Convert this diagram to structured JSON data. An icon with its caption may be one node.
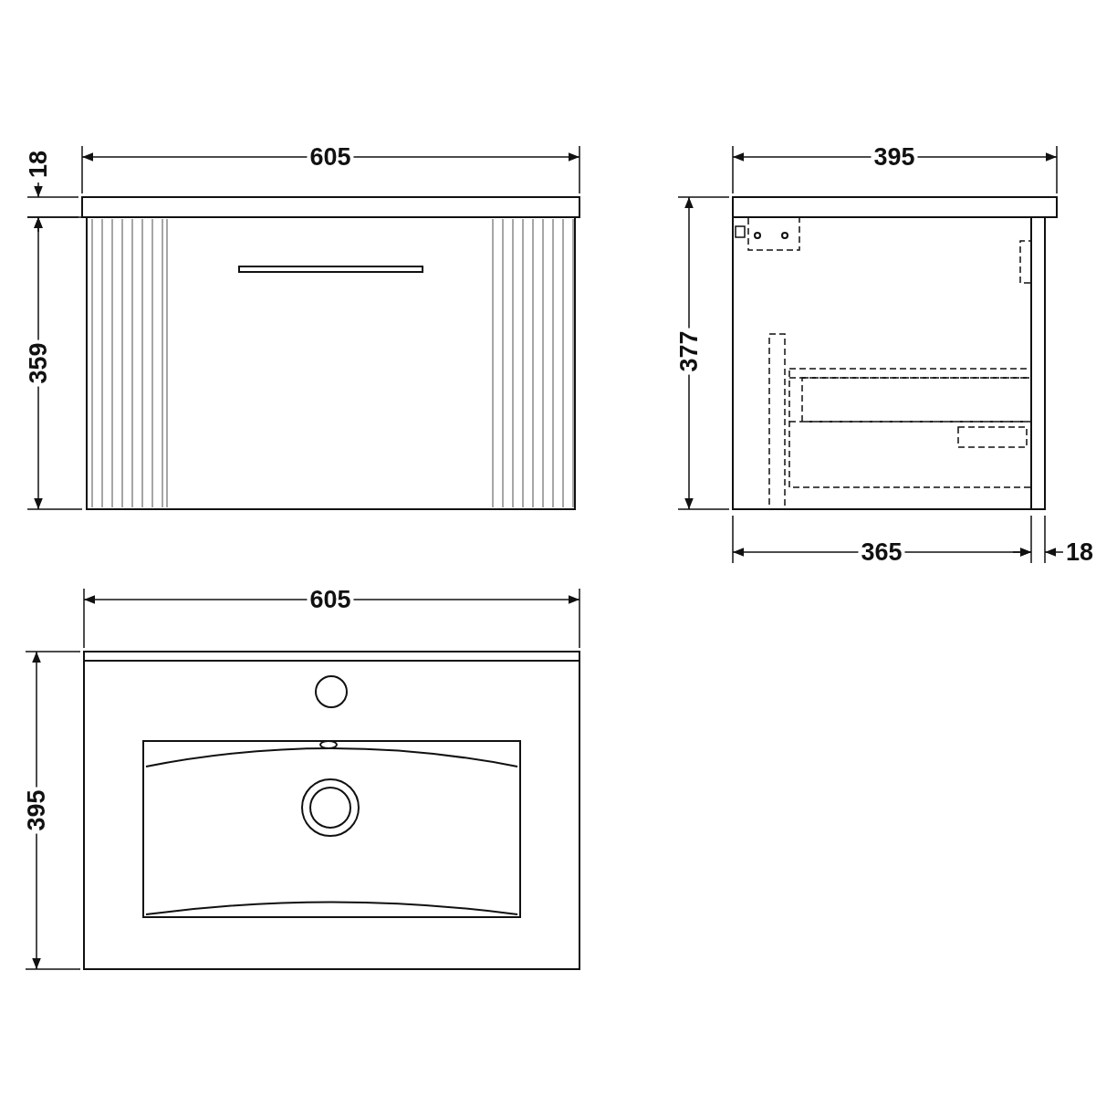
{
  "diagram": {
    "labels": [
      "18",
      "605",
      "395",
      "359",
      "377",
      "365",
      "18",
      "605",
      "395"
    ]
  }
}
